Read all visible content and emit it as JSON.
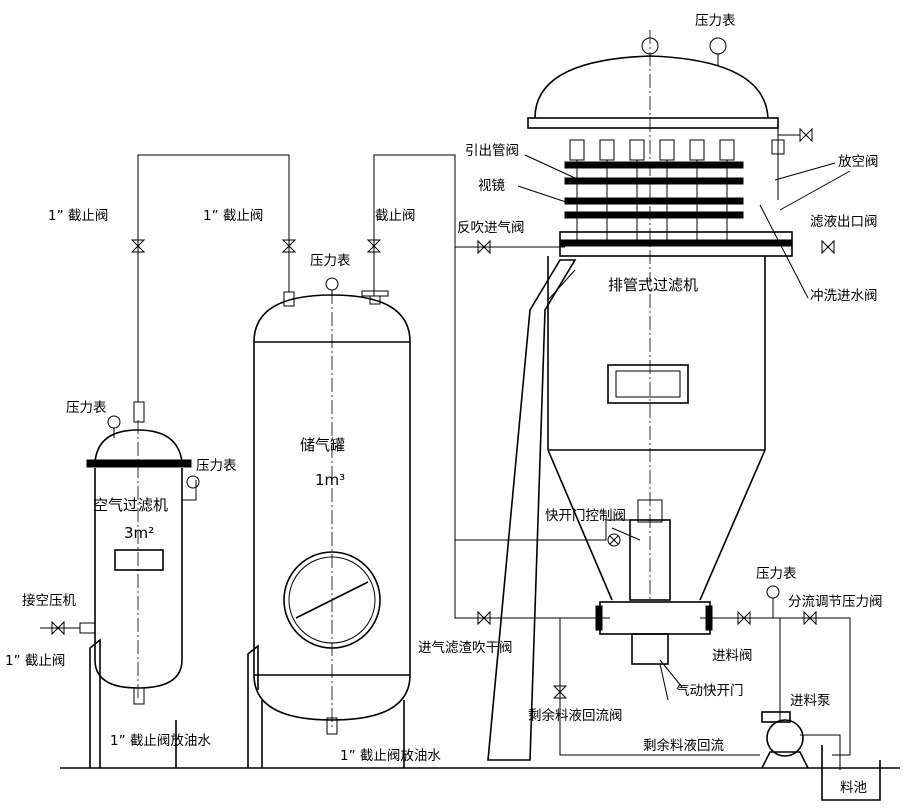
{
  "labels": {
    "air_filter_top_valve": "1” 截止阀",
    "tank_top_valve_left": "1” 截止阀",
    "tank_top_valve_right": "截止阀",
    "pressure_gauge_filter_top": "压力表",
    "pressure_gauge_tank_top": "压力表",
    "pressure_gauge_air_filter_top": "压力表",
    "pressure_gauge_air_filter_side": "压力表",
    "pressure_gauge_feed": "压力表",
    "outlet_valve": "引出管阀",
    "sight_glass": "视镜",
    "back_blow_valve": "反吹进气阀",
    "vent_valve": "放空阀",
    "filtrate_outlet_valve": "滤液出口阀",
    "flush_water_valve": "冲洗进水阀",
    "tube_filter": "排管式过滤机",
    "air_filter_name": "空气过滤机",
    "air_filter_area": "3m²",
    "storage_tank": "储气罐",
    "storage_tank_volume": "1m³",
    "air_compressor": "接空压机",
    "compressor_valve": "1” 截止阀",
    "drain_valve_air_filter": "1” 截止阀放油水",
    "drain_valve_tank": "1” 截止阀放油水",
    "quick_door_control_valve": "快开门控制阀",
    "cake_blow_dry_valve": "进气滤渣吹干阀",
    "bypass_pressure_valve": "分流调节压力阀",
    "feed_valve": "进料阀",
    "pneumatic_quick_door": "气动快开门",
    "residue_return_valve": "剩余料液回流阀",
    "feed_pump": "进料泵",
    "residue_return": "剩余料液回流",
    "feed_tank": "料池"
  }
}
